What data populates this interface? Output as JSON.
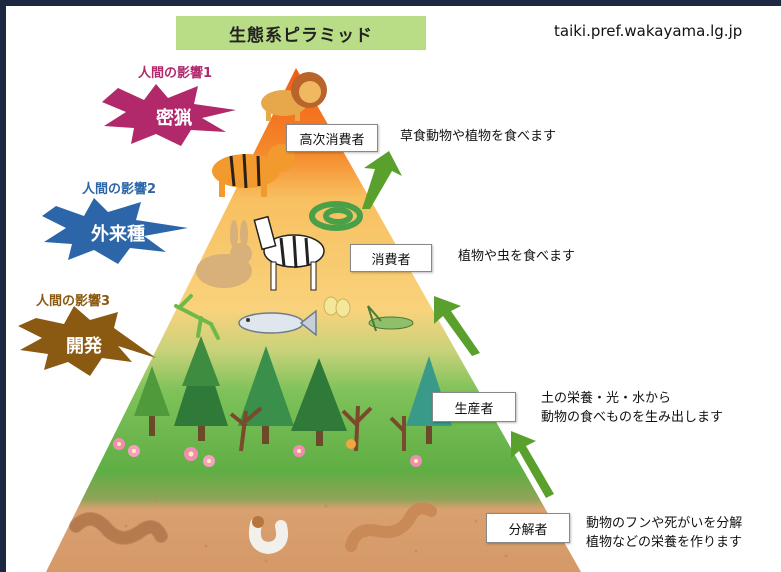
{
  "title": "生態系ピラミッド",
  "source": "taiki.pref.wakayama.lg.jp",
  "levels": [
    {
      "label": "高次消費者",
      "desc": [
        "草食動物や植物を食べます"
      ]
    },
    {
      "label": "消費者",
      "desc": [
        "植物や虫を食べます"
      ]
    },
    {
      "label": "生産者",
      "desc": [
        "土の栄養・光・水から",
        "動物の食べものを生み出します"
      ]
    },
    {
      "label": "分解者",
      "desc": [
        "動物のフンや死がいを分解",
        "植物などの栄養を作ります"
      ]
    }
  ],
  "impacts": [
    {
      "caption": "人間の影響1",
      "word": "密猟",
      "color": "#b1296b"
    },
    {
      "caption": "人間の影響2",
      "word": "外来種",
      "color": "#2c66a8"
    },
    {
      "caption": "人間の影響3",
      "word": "開発",
      "color": "#8a5a12"
    }
  ],
  "colors": {
    "top": "#f36a1c",
    "consumer": "#f8c874",
    "producer": "#7fc25a",
    "soil": "#d9a070",
    "arrow": "#5aa02c"
  },
  "icons": [
    "lion-icon",
    "tiger-icon",
    "snake-icon",
    "zebra-icon",
    "rabbit-icon",
    "mantis-icon",
    "fish-icon",
    "butterfly-icon",
    "grasshopper-icon",
    "tree-icon",
    "flower-icon",
    "earthworm-icon",
    "larva-icon",
    "arrow-up-icon"
  ]
}
